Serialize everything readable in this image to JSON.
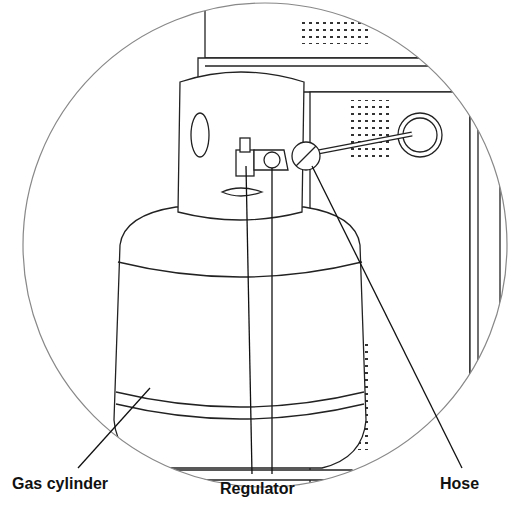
{
  "diagram": {
    "labels": [
      "Gas cylinder",
      "Regulator",
      "Hose"
    ]
  }
}
